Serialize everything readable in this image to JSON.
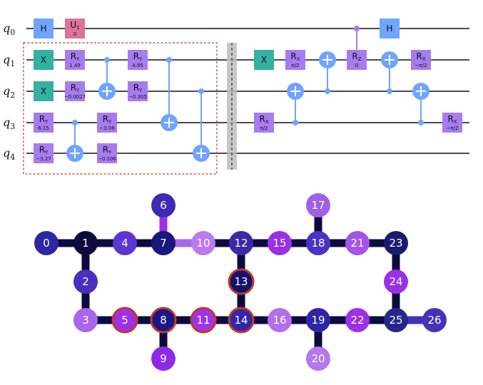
{
  "circuit": {
    "qubits": [
      {
        "letter": "q",
        "index": "0"
      },
      {
        "letter": "q",
        "index": "1"
      },
      {
        "letter": "q",
        "index": "2"
      },
      {
        "letter": "q",
        "index": "3"
      },
      {
        "letter": "q",
        "index": "4"
      }
    ],
    "gates": [
      {
        "id": "g-h-q0-a",
        "qubit": 0,
        "col": 0,
        "label": "H",
        "sub": "",
        "param": "",
        "color": "#6fa4ff"
      },
      {
        "id": "g-u1-q0",
        "qubit": 0,
        "col": 1,
        "label": "U",
        "sub": "1",
        "param": "0",
        "color": "#dc7399"
      },
      {
        "id": "g-x-q1-a",
        "qubit": 1,
        "col": 0,
        "label": "X",
        "sub": "",
        "param": "",
        "color": "#33b1a2"
      },
      {
        "id": "g-ry-q1-a",
        "qubit": 1,
        "col": 1,
        "label": "R",
        "sub": "Y",
        "param": "1.49",
        "color": "#a67cf0"
      },
      {
        "id": "g-ry-q1-b",
        "qubit": 1,
        "col": 3,
        "label": "R",
        "sub": "Y",
        "param": "4.95",
        "color": "#a67cf0"
      },
      {
        "id": "g-x-q2-a",
        "qubit": 2,
        "col": 0,
        "label": "X",
        "sub": "",
        "param": "",
        "color": "#33b1a2"
      },
      {
        "id": "g-ry-q2-a",
        "qubit": 2,
        "col": 1,
        "label": "R",
        "sub": "Y",
        "param": "−0.0027",
        "color": "#a67cf0"
      },
      {
        "id": "g-ry-q2-b",
        "qubit": 2,
        "col": 3,
        "label": "R",
        "sub": "Y",
        "param": "−0.305",
        "color": "#a67cf0"
      },
      {
        "id": "g-ry-q3-a",
        "qubit": 3,
        "col": 0,
        "label": "R",
        "sub": "Y",
        "param": "6.15",
        "color": "#a67cf0"
      },
      {
        "id": "g-ry-q3-b",
        "qubit": 3,
        "col": 2,
        "label": "R",
        "sub": "Y",
        "param": "−3.08",
        "color": "#a67cf0"
      },
      {
        "id": "g-ry-q4-a",
        "qubit": 4,
        "col": 0,
        "label": "R",
        "sub": "Y",
        "param": "−3.27",
        "color": "#a67cf0"
      },
      {
        "id": "g-ry-q4-b",
        "qubit": 4,
        "col": 2,
        "label": "R",
        "sub": "Y",
        "param": "−0.106",
        "color": "#a67cf0"
      },
      {
        "id": "g-x-q1-b",
        "qubit": 1,
        "col": 7,
        "label": "X",
        "sub": "",
        "param": "",
        "color": "#33b1a2"
      },
      {
        "id": "g-rx-q1-a",
        "qubit": 1,
        "col": 8,
        "label": "R",
        "sub": "X",
        "param": "π/2",
        "color": "#a67cf0"
      },
      {
        "id": "g-rx-q3-a",
        "qubit": 3,
        "col": 7,
        "label": "R",
        "sub": "X",
        "param": "π/2",
        "color": "#a67cf0"
      },
      {
        "id": "g-rz-q1",
        "qubit": 1,
        "col": 10,
        "label": "R",
        "sub": "Z",
        "param": "0",
        "color": "#a67cf0"
      },
      {
        "id": "g-h-q0-b",
        "qubit": 0,
        "col": 11,
        "label": "H",
        "sub": "",
        "param": "",
        "color": "#6fa4ff"
      },
      {
        "id": "g-rx-q1-b",
        "qubit": 1,
        "col": 12,
        "label": "R",
        "sub": "X",
        "param": "−π/2",
        "color": "#a67cf0"
      },
      {
        "id": "g-rx-q3-b",
        "qubit": 3,
        "col": 13,
        "label": "R",
        "sub": "X",
        "param": "−π/2",
        "color": "#a67cf0"
      }
    ],
    "cnots": [
      {
        "control": 1,
        "target": 2,
        "col": 2
      },
      {
        "control": 3,
        "target": 4,
        "col": 1
      },
      {
        "control": 1,
        "target": 3,
        "col": 4
      },
      {
        "control": 2,
        "target": 4,
        "col": 5
      },
      {
        "control": 3,
        "target": 2,
        "col": 8
      },
      {
        "control": 2,
        "target": 1,
        "col": 9
      },
      {
        "control": 2,
        "target": 1,
        "col": 11
      },
      {
        "control": 3,
        "target": 2,
        "col": 12
      }
    ],
    "controlled_gates": [
      {
        "control": 0,
        "gate": "g-rz-q1"
      }
    ],
    "colors": {
      "wire": "#111111",
      "ctrl": "#6fa4ff",
      "ctrl_rz": "#a67cf0",
      "barrier": "#bdbdbd",
      "box": "#c0392b"
    }
  },
  "coupling_map": {
    "nodes": [
      {
        "id": "0",
        "color": "#2d27a4"
      },
      {
        "id": "1",
        "color": "#0c0a3e"
      },
      {
        "id": "2",
        "color": "#4a2ebd"
      },
      {
        "id": "3",
        "color": "#a867e8"
      },
      {
        "id": "4",
        "color": "#5c36d1"
      },
      {
        "id": "5",
        "color": "#9e2fe6",
        "highlight": true
      },
      {
        "id": "6",
        "color": "#3e2bb5"
      },
      {
        "id": "7",
        "color": "#1a1580"
      },
      {
        "id": "8",
        "color": "#1c1786",
        "highlight": true
      },
      {
        "id": "9",
        "color": "#8d2ae6"
      },
      {
        "id": "10",
        "color": "#bb7af0"
      },
      {
        "id": "11",
        "color": "#9f33e6",
        "highlight": true
      },
      {
        "id": "12",
        "color": "#3a2aa8"
      },
      {
        "id": "13",
        "color": "#16126b",
        "highlight": true
      },
      {
        "id": "14",
        "color": "#3426a8",
        "highlight": true
      },
      {
        "id": "15",
        "color": "#9a30e6"
      },
      {
        "id": "16",
        "color": "#b070ec"
      },
      {
        "id": "17",
        "color": "#a060e6"
      },
      {
        "id": "18",
        "color": "#4b32c4"
      },
      {
        "id": "19",
        "color": "#3025a6"
      },
      {
        "id": "20",
        "color": "#b278ec"
      },
      {
        "id": "21",
        "color": "#a455e8"
      },
      {
        "id": "22",
        "color": "#9e30e6"
      },
      {
        "id": "23",
        "color": "#1b1b6e"
      },
      {
        "id": "24",
        "color": "#9a30e6"
      },
      {
        "id": "25",
        "color": "#28268a"
      },
      {
        "id": "26",
        "color": "#4632b8"
      }
    ],
    "edges": [
      {
        "a": "0",
        "b": "1",
        "color": "#0c0a3e"
      },
      {
        "a": "1",
        "b": "4",
        "color": "#0c0a3e"
      },
      {
        "a": "4",
        "b": "7",
        "color": "#0c0a3e"
      },
      {
        "a": "6",
        "b": "7",
        "color": "#9c32e6"
      },
      {
        "a": "7",
        "b": "10",
        "color": "#a867e8"
      },
      {
        "a": "10",
        "b": "12",
        "color": "#0c0a3e"
      },
      {
        "a": "12",
        "b": "15",
        "color": "#0c0a3e"
      },
      {
        "a": "15",
        "b": "18",
        "color": "#0c0a3e"
      },
      {
        "a": "17",
        "b": "18",
        "color": "#0c0a3e"
      },
      {
        "a": "18",
        "b": "21",
        "color": "#0c0a3e"
      },
      {
        "a": "21",
        "b": "23",
        "color": "#0c0a3e"
      },
      {
        "a": "1",
        "b": "2",
        "color": "#0c0a3e"
      },
      {
        "a": "2",
        "b": "3",
        "color": "#0c0a3e"
      },
      {
        "a": "12",
        "b": "13",
        "color": "#0c0a3e"
      },
      {
        "a": "13",
        "b": "14",
        "color": "#0c0a3e"
      },
      {
        "a": "23",
        "b": "24",
        "color": "#0c0a3e"
      },
      {
        "a": "24",
        "b": "25",
        "color": "#0c0a3e"
      },
      {
        "a": "3",
        "b": "5",
        "color": "#0c0a3e"
      },
      {
        "a": "5",
        "b": "8",
        "color": "#0c0a3e"
      },
      {
        "a": "8",
        "b": "11",
        "color": "#0c0a3e"
      },
      {
        "a": "11",
        "b": "14",
        "color": "#0c0a3e"
      },
      {
        "a": "14",
        "b": "16",
        "color": "#0c0a3e"
      },
      {
        "a": "16",
        "b": "19",
        "color": "#0c0a3e"
      },
      {
        "a": "19",
        "b": "22",
        "color": "#0c0a3e"
      },
      {
        "a": "22",
        "b": "25",
        "color": "#0c0a3e"
      },
      {
        "a": "25",
        "b": "26",
        "color": "#4632b8"
      },
      {
        "a": "8",
        "b": "9",
        "color": "#0c0a3e"
      },
      {
        "a": "19",
        "b": "20",
        "color": "#0c0a3e"
      }
    ],
    "highlight_color": "#c0392b"
  }
}
